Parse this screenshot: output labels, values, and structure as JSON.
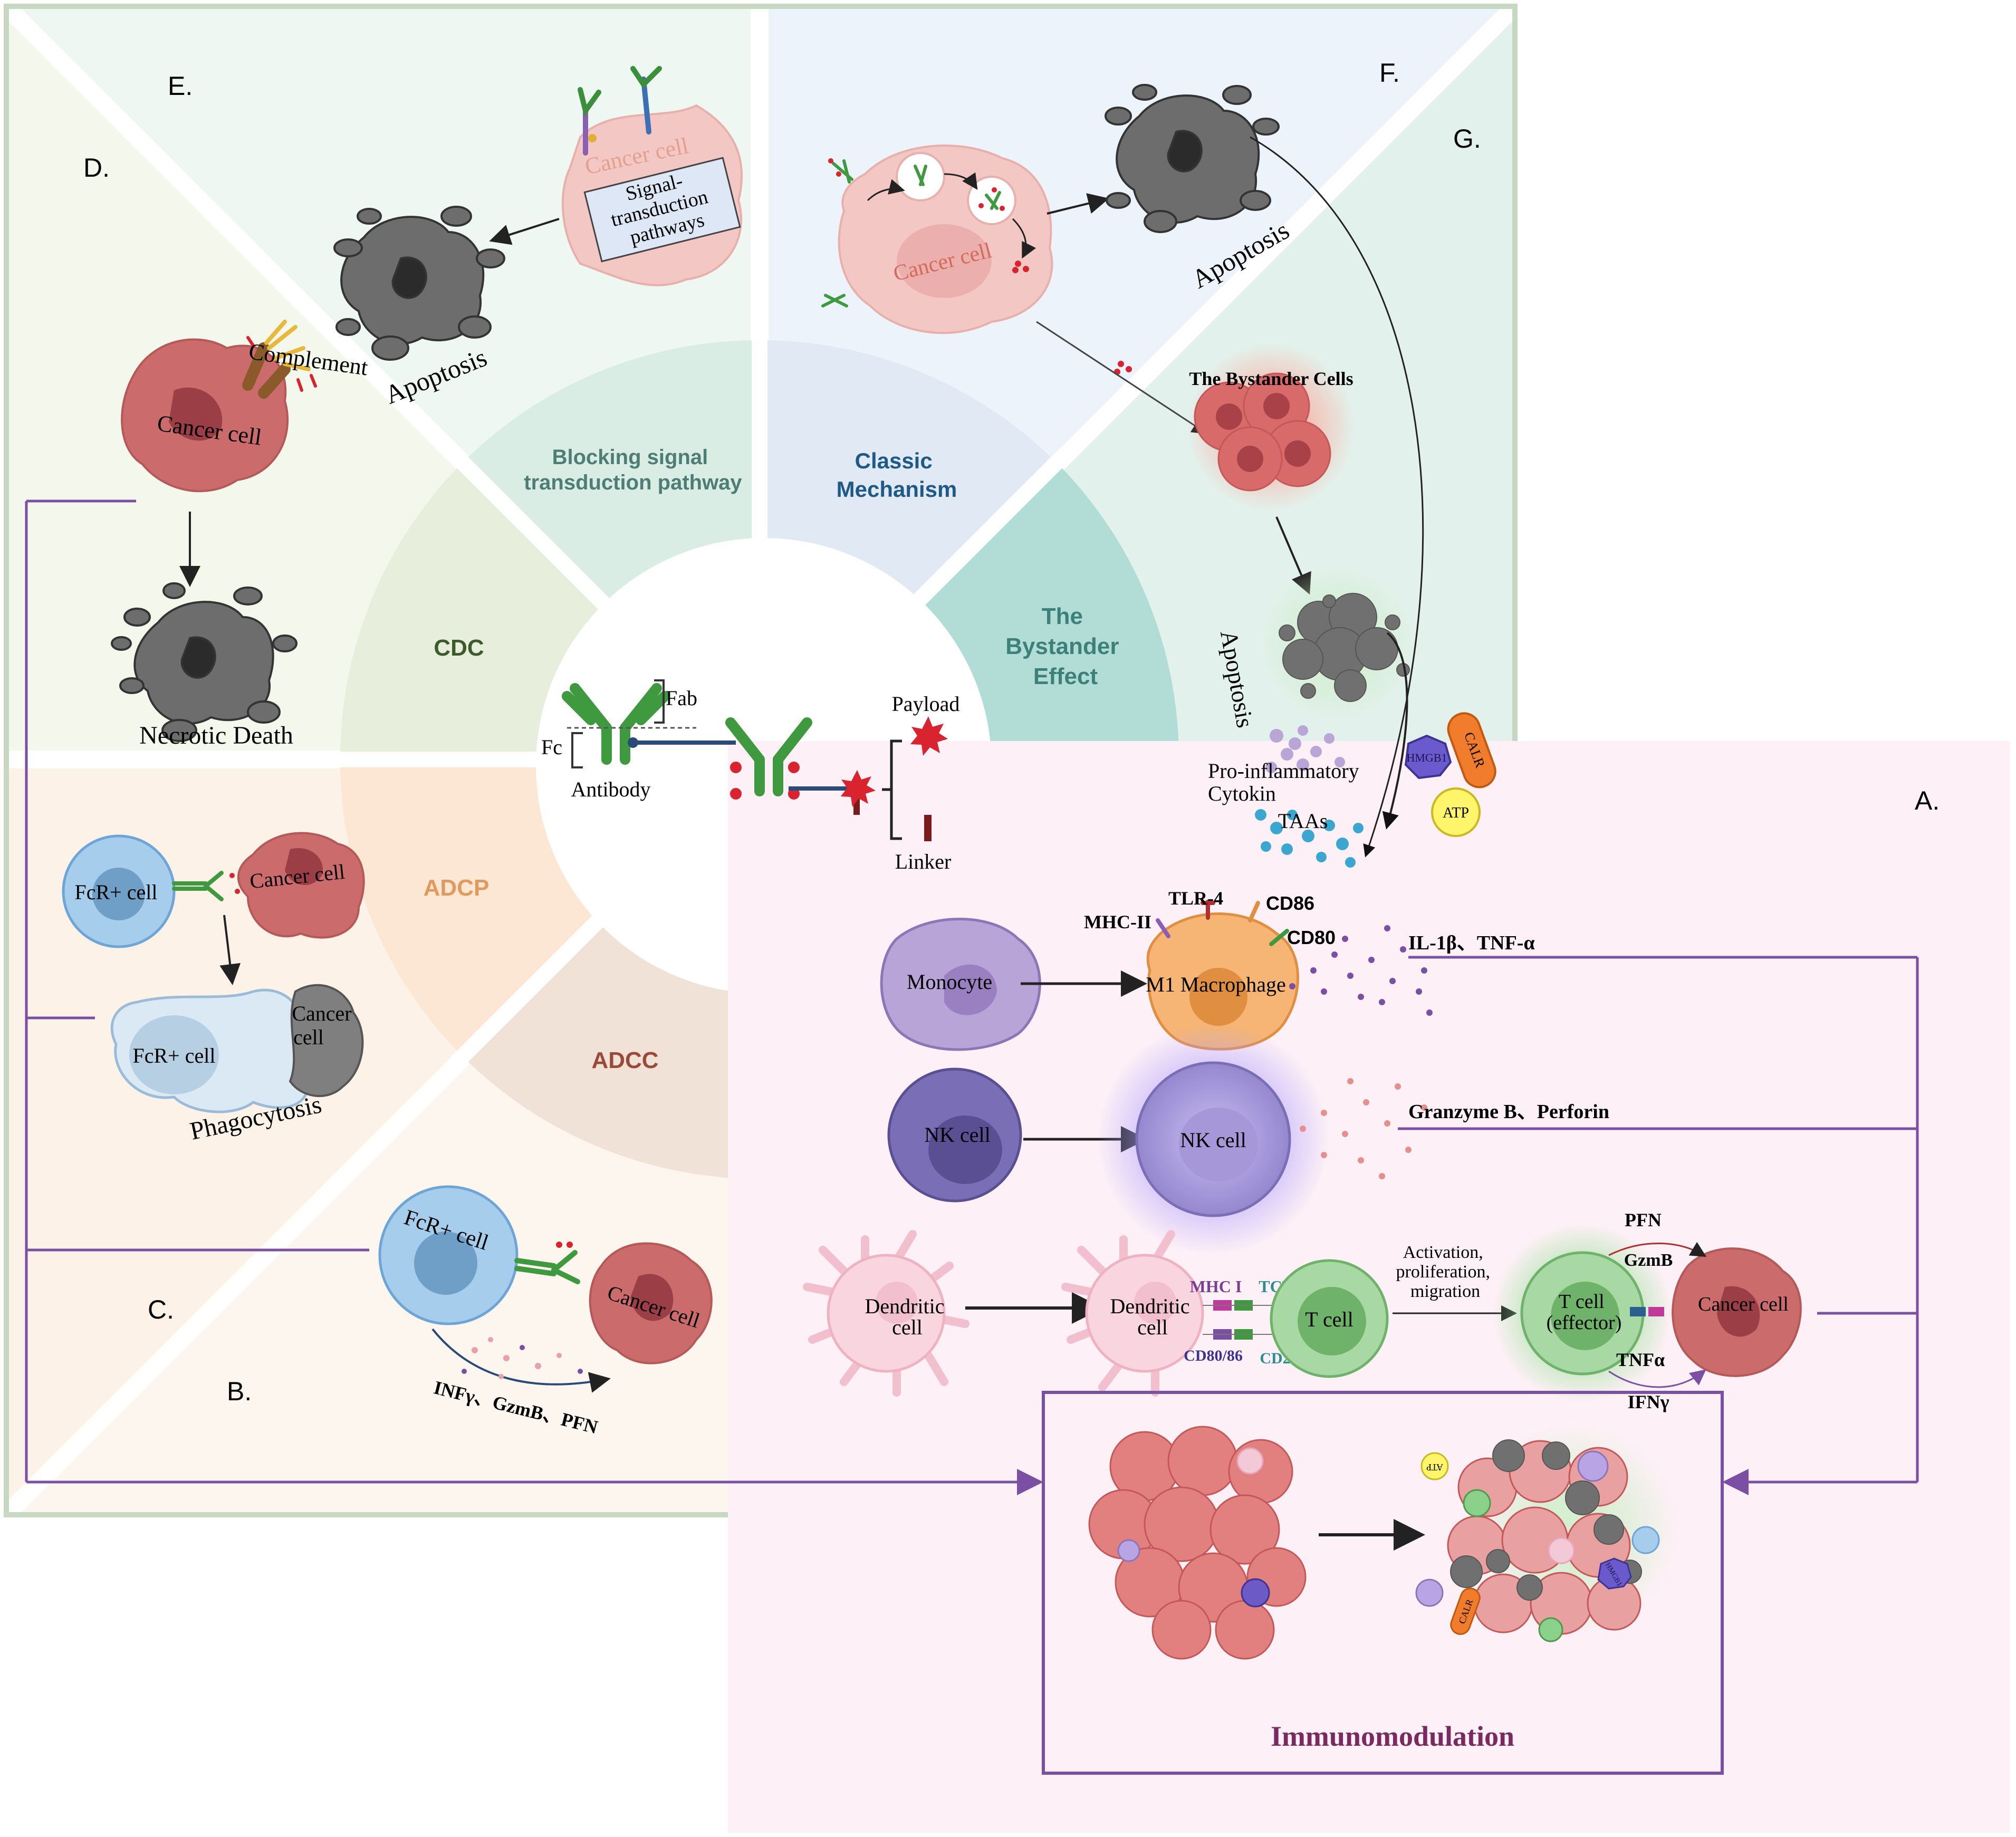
{
  "panel_letters": {
    "A": "A.",
    "B": "B.",
    "C": "C.",
    "D": "D.",
    "E": "E.",
    "F": "F.",
    "G": "G."
  },
  "wheel": {
    "blocking": [
      "Blocking signal",
      "transduction pathway"
    ],
    "classic": [
      "Classic",
      "Mechanism"
    ],
    "bystander": [
      "The",
      "Bystander",
      "Effect"
    ],
    "cdc": "CDC",
    "adcp": "ADCP",
    "adcc": "ADCC"
  },
  "center": {
    "fab": "Fab",
    "fc": "Fc",
    "antibody": "Antibody",
    "payload": "Payload",
    "linker": "Linker"
  },
  "panel_e": {
    "cancer_cell": "Cancer cell",
    "signal_box": [
      "Signal-",
      "transduction",
      "pathways"
    ],
    "apoptosis": "Apoptosis"
  },
  "panel_d": {
    "complement": "Complement",
    "cancer_cell": "Cancer cell",
    "necrotic": "Necrotic Death"
  },
  "panel_c": {
    "fcr1": "FcR+ cell",
    "cancer1": "Cancer cell",
    "fcr2": "FcR+ cell",
    "cancer2": [
      "Cancer",
      "cell"
    ],
    "phagocytosis": "Phagocytosis"
  },
  "panel_b": {
    "fcr": "FcR+ cell",
    "cancer": "Cancer cell",
    "factors": "INFγ、GzmB、PFN"
  },
  "panel_f": {
    "cancer_cell": "Cancer cell",
    "apoptosis": "Apoptosis"
  },
  "panel_g": {
    "bystander_cells": "The Bystander Cells",
    "apoptosis": "Apoptosis"
  },
  "panel_a": {
    "pro_inflam": [
      "Pro-inflammatory",
      "Cytokin"
    ],
    "taas": "TAAs",
    "hmgb1": "HMGB1",
    "calr": "CALR",
    "atp": "ATP",
    "monocyte": "Monocyte",
    "macrophage": "M1 Macrophage",
    "mhc2": "MHC-II",
    "tlr4": "TLR-4",
    "cd86": "CD86",
    "cd80": "CD80",
    "il1b": "IL-1β、TNF-α",
    "nk1": "NK cell",
    "nk2": "NK cell",
    "granzyme": "Granzyme B、Perforin",
    "dc1": [
      "Dendritic",
      "cell"
    ],
    "dc2": [
      "Dendritic",
      "cell"
    ],
    "mhc1": "MHC I",
    "tcr": "TCR",
    "cd8086": "CD80/86",
    "cd28": "CD28",
    "tcell": "T cell",
    "activation": [
      "Activation,",
      "proliferation,",
      "migration"
    ],
    "teffector": [
      "T cell",
      "(effector)"
    ],
    "pfn": "PFN",
    "gzmb": "GzmB",
    "tnfa": "TNFα",
    "ifng": "IFNγ",
    "cancer": "Cancer cell",
    "immunomodulation": "Immunomodulation",
    "atp_small": "ATP",
    "calr_small": "CALR",
    "hmgb1_small": "HMGB1"
  },
  "colors": {
    "frame": "#c7d8c2",
    "purple": "#7b4fa3",
    "immuno_text": "#7a2a5f",
    "cdc": "#3c5a2b",
    "adcp": "#e09a5e",
    "adcc": "#9b4a3a",
    "classic": "#1f5a86",
    "blocking": "#4d7d74",
    "bystander": "#3d7f79"
  }
}
